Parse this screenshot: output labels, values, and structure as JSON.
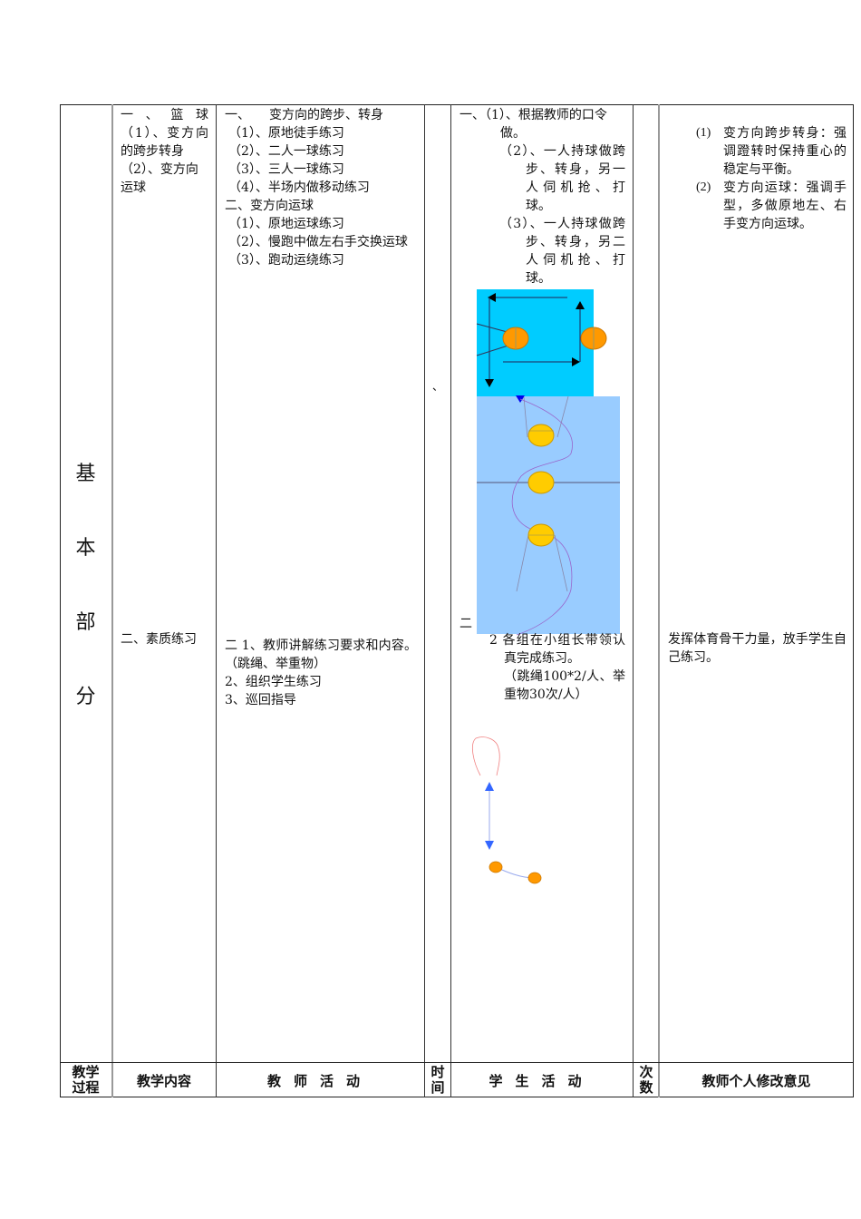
{
  "section_label": [
    "基",
    "本",
    "部",
    "分"
  ],
  "content": {
    "basketball": [
      "一、篮球",
      "（1）、变方向的跨步转身",
      "（2）、变方向运球"
    ],
    "fitness": "二、素质练习"
  },
  "teacher": {
    "block1": [
      "一、　　变方向的跨步、转身",
      "（1）、原地徒手练习",
      "（2）、二人一球练习",
      "（3）、三人一球练习",
      "（4）、半场内做移动练习",
      "二、变方向运球",
      "（1）、原地运球练习",
      "（2）、慢跑中做左右手交换运球",
      "（3）、跑动运绕练习"
    ],
    "block2": [
      "二 1、教师讲解练习要求和内容。（跳绳、举重物）",
      "2、组织学生练习",
      "3、巡回指导"
    ]
  },
  "time_mark": "、",
  "student": {
    "block1": [
      "一、（1）、根据教师的口令做。",
      "（2）、一人持球做跨步、转身，另一人伺机抢、打球。",
      "（3）、一人持球做跨步、转身，另二人伺机抢、打球。"
    ],
    "block2_prefix": "二",
    "block2": [
      "2 各组在小组长带领认真完成练习。",
      "（跳绳100*2/人、举重物30次/人）"
    ]
  },
  "notes": {
    "block1": [
      {
        "num": "(1)",
        "text": "变方向跨步转身：强调蹬转时保持重心的稳定与平衡。"
      },
      {
        "num": "(2)",
        "text": "变方向运球：强调手型，多做原地左、右手变方向运球。"
      }
    ],
    "block2": "发挥体育骨干力量，放手学生自己练习。"
  },
  "header": {
    "process": "教学过程",
    "content": "教学内容",
    "teacher": "教师活动",
    "time": "时间",
    "student": "学生活动",
    "count": "次数",
    "notes": "教师个人修改意见"
  },
  "diagram_colors": {
    "cyan_court": "#00CCFF",
    "light_court": "#99CCFF",
    "orange_player": "#FF9900",
    "yellow_player": "#FFCC00",
    "arrow_blue": "#3366FF"
  }
}
